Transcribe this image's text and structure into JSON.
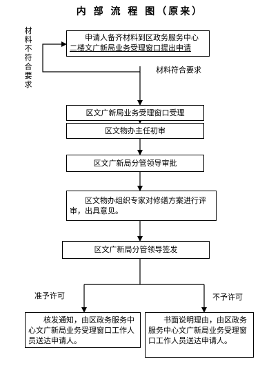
{
  "title": "内 部 流 程 图（原来）",
  "steps": {
    "apply_line1": "申请人备齐材料到区政务服务中心",
    "apply_line2": "二楼文广新局业务受理窗口提出申请",
    "accept": "区文广新局业务受理窗口受理",
    "review": "区文物办主任初审",
    "leader_approve": "区文广新局分管领导审批",
    "expert_review": "区文物办组织专家对修缮方案进行评审，出具意见。",
    "leader_sign": "区文广新局分管领导签发",
    "approve_result": "核发通知，由区政务服务中心文广新局业务受理窗口工作人员送达申请人。",
    "reject_result": "书面说明理由，由区政务服务中心文广新局业务受理窗口工作人员送达申请人。"
  },
  "labels": {
    "not_compliant": "材料不符合要求",
    "compliant": "材料符合要求",
    "permit": "准予许可",
    "no_permit": "不予许可"
  }
}
